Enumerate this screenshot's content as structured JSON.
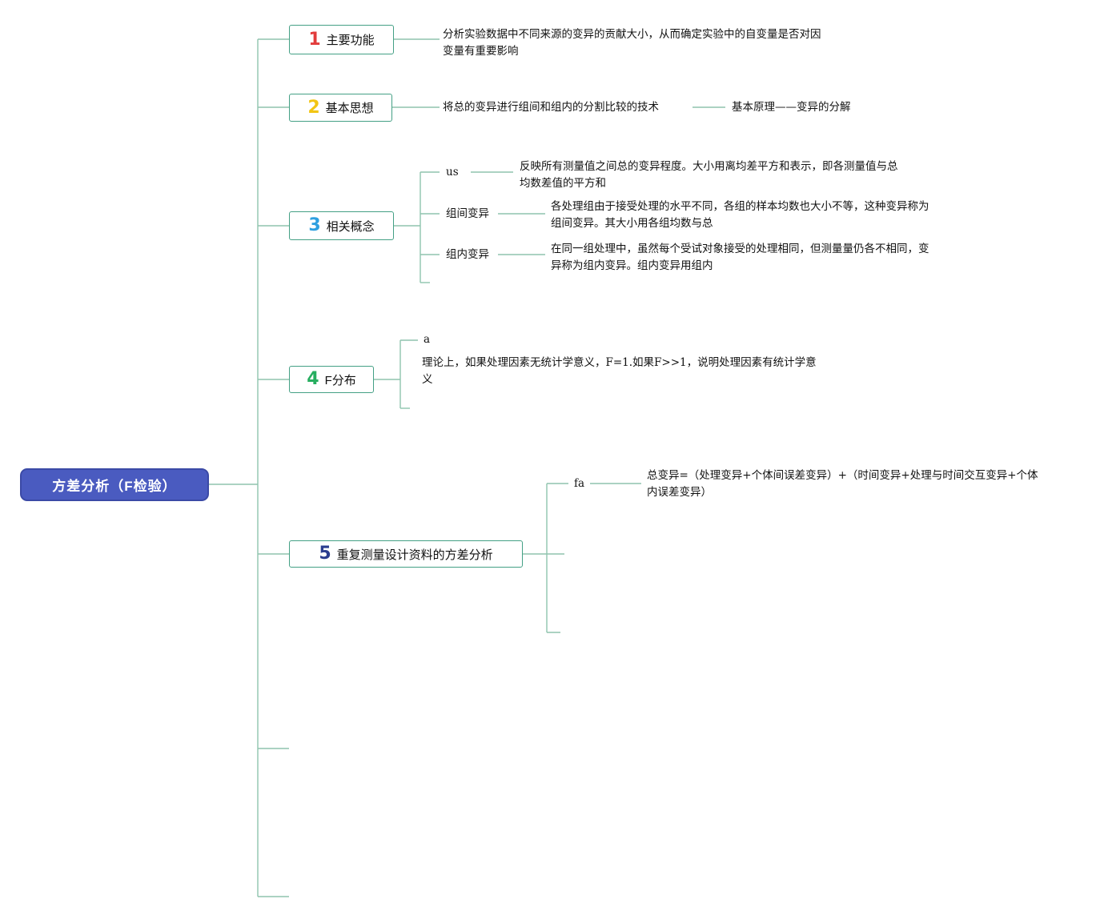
{
  "colors": {
    "line": "#8fc4ae",
    "box-border": "#44a085",
    "root-bg": "#4a5bc0",
    "root-text": "#ffffff"
  },
  "root": {
    "label": "方差分析（F检验）"
  },
  "branches": [
    {
      "number": "1",
      "number_color": "#e23c3c",
      "label": "主要功能",
      "note": "分析实验数据中不同来源的变异的贡献大小，从而确定实验中的自变量是否对因\n变量有重要影响"
    },
    {
      "number": "2",
      "number_color": "#f2c514",
      "label": "基本思想",
      "note": "将总的变异进行组间和组内的分割比较的技术",
      "principle": "基本原理——变异的分解"
    },
    {
      "number": "3",
      "number_color": "#2e9fe0",
      "label": "相关概念",
      "children": [
        {
          "label": "us",
          "desc": "反映所有测量值之间总的变异程度。大小用离均差平方和表示，即各测量值与总\n均数差值的平方和"
        },
        {
          "label": "组间变异",
          "desc": "各处理组由于接受处理的水平不同，各组的样本均数也大小不等，这种变异称为\n组间变异。其大小用各组均数与总"
        },
        {
          "label": "组内变异",
          "desc": "在同一组处理中，虽然每个受试对象接受的处理相同，但测量量仍各不相同，变\n异称为组内变异。组内变异用组内"
        }
      ]
    },
    {
      "number": "4",
      "number_color": "#27ae60",
      "label": "F分布",
      "children": [
        {
          "label": "a",
          "desc": ""
        }
      ],
      "note": "理论上，如果处理因素无统计学意义，F=1.如果F>>1，说明处理因素有统计学意\n义"
    },
    {
      "number": "5",
      "number_color": "#2b3d8f",
      "label": "重复测量设计资料的方差分析",
      "children": [
        {
          "label": "fa",
          "desc": "总变异=（处理变异+个体间误差变异）+（时间变异+处理与时间交互变异+个体\n内误差变异）"
        }
      ]
    }
  ]
}
